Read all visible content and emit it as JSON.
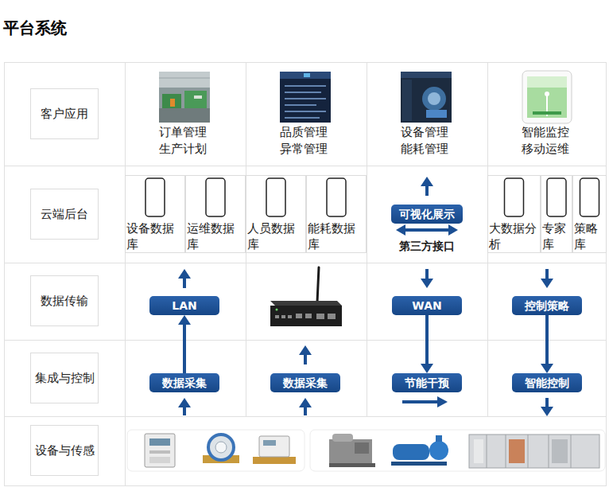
{
  "diagram": {
    "title": "平台系统",
    "nodes": [
      {
        "text": [
          "客户应用"
        ]
      },
      {
        "text": [
          "云端后台"
        ]
      },
      {
        "text": [
          "设备数据库"
        ]
      },
      {
        "text": [
          "运维数据库"
        ]
      },
      {
        "text": [
          "人员数据库"
        ]
      },
      {
        "text": [
          "能耗数据库"
        ]
      },
      {
        "text": [
          "可视化展示"
        ]
      },
      {
        "text": [
          "大数据分析"
        ]
      },
      {
        "text": [
          "专家库"
        ]
      },
      {
        "text": [
          "策略库"
        ]
      },
      {
        "text": [
          "数据传输"
        ]
      },
      {
        "text": [
          "LAN"
        ]
      },
      {
        "text": [
          "WAN"
        ]
      },
      {
        "text": [
          "控制策略"
        ]
      },
      {
        "text": [
          "集成与控制"
        ]
      },
      {
        "text": [
          "数据采集"
        ]
      },
      {
        "text": [
          "数据采集"
        ]
      },
      {
        "text": [
          "节能干预"
        ]
      },
      {
        "text": [
          "智能控制"
        ]
      },
      {
        "text": [
          "设备与传感"
        ]
      }
    ],
    "edges": [
      {
        "from": 15,
        "to": 11,
        "arrow": "to"
      },
      {
        "from": 12,
        "to": 17,
        "arrow": "to"
      },
      {
        "from": 13,
        "to": 18,
        "arrow": "to"
      }
    ],
    "labels": [
      "订单管理 生产计划",
      "品质管理 异常管理",
      "设备管理 能耗管理",
      "智能监控 移动运维",
      "第三方接口"
    ]
  }
}
